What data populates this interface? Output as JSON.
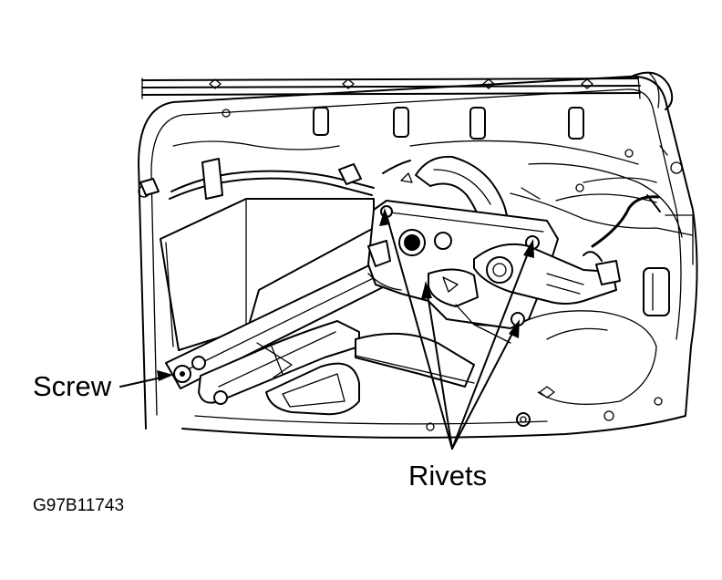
{
  "labels": {
    "screw": "Screw",
    "rivets": "Rivets",
    "figure_code": "G97B11743"
  },
  "colors": {
    "line": "#000000",
    "background": "#ffffff"
  }
}
